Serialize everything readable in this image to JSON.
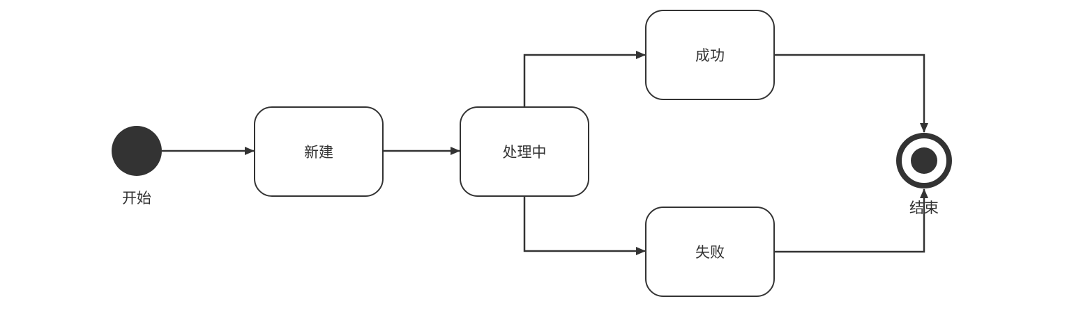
{
  "diagram": {
    "start": {
      "label": "开始"
    },
    "end": {
      "label": "结束"
    },
    "states": {
      "new": "新建",
      "processing": "处理中",
      "success": "成功",
      "failure": "失败"
    },
    "colors": {
      "stroke": "#333333",
      "background": "#ffffff"
    }
  }
}
